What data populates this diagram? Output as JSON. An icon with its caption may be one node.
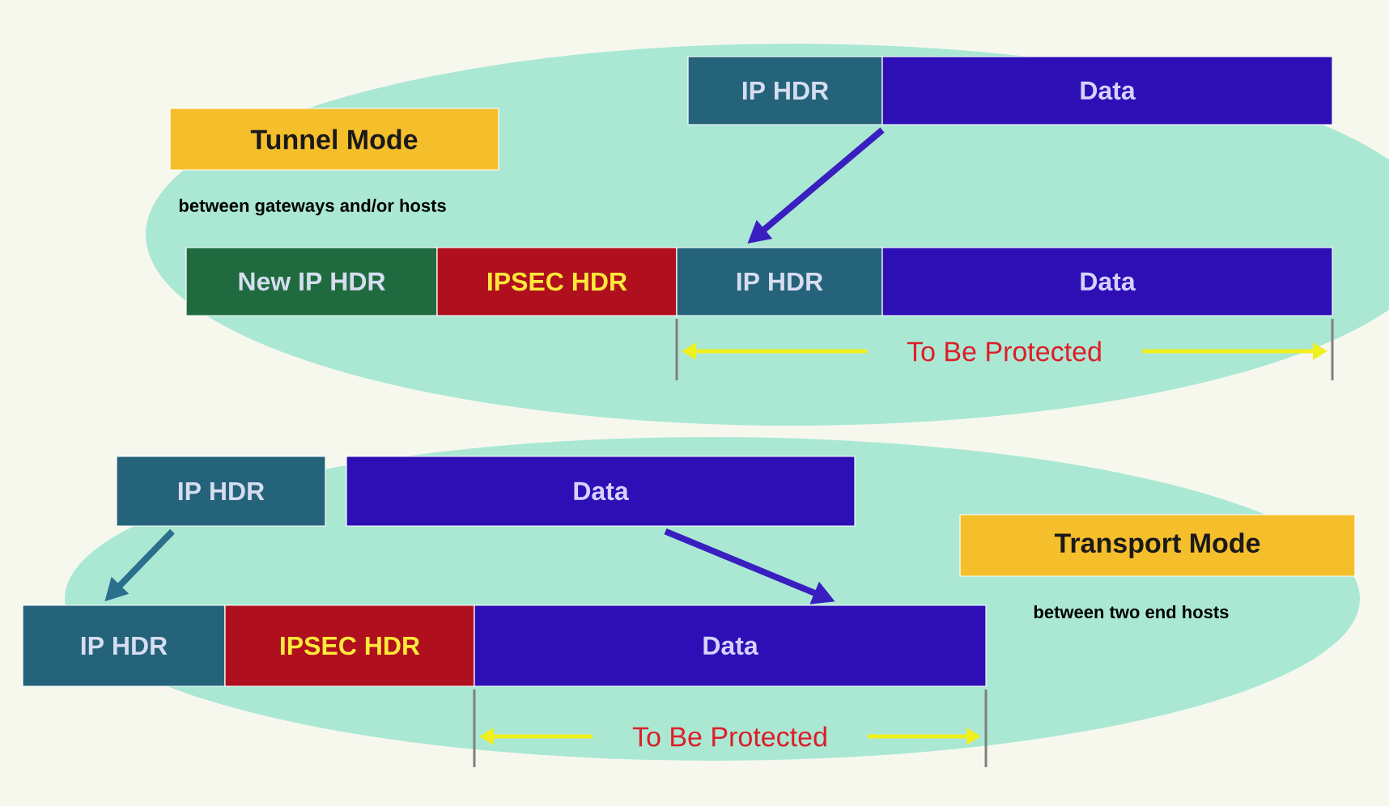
{
  "diagram": {
    "nodes": [
      {
        "text": [
          "Tunnel Mode"
        ],
        "beside": [
          "between gateways and/or hosts"
        ]
      },
      {
        "text": [
          "IP HDR"
        ]
      },
      {
        "text": [
          "Data"
        ]
      },
      {
        "text": [
          "New IP HDR"
        ]
      },
      {
        "text": [
          "IPSEC HDR"
        ]
      },
      {
        "text": [
          "IP HDR"
        ]
      },
      {
        "text": [
          "Data"
        ]
      },
      {
        "text": [
          "IP HDR"
        ]
      },
      {
        "text": [
          "Data"
        ]
      },
      {
        "text": [
          "Transport Mode"
        ],
        "beside": [
          "between two end hosts"
        ]
      },
      {
        "text": [
          "IP HDR"
        ]
      },
      {
        "text": [
          "IPSEC HDR"
        ]
      },
      {
        "text": [
          "Data"
        ]
      }
    ],
    "edges": [
      {
        "from": 1,
        "to": 5,
        "arrow": "to"
      },
      {
        "from": 7,
        "to": 10,
        "arrow": "to",
        "color": "#2a6f8c"
      },
      {
        "from": 8,
        "to": 12,
        "arrow": "to"
      }
    ],
    "labels": [
      "To Be Protected",
      "To Be Protected"
    ]
  }
}
